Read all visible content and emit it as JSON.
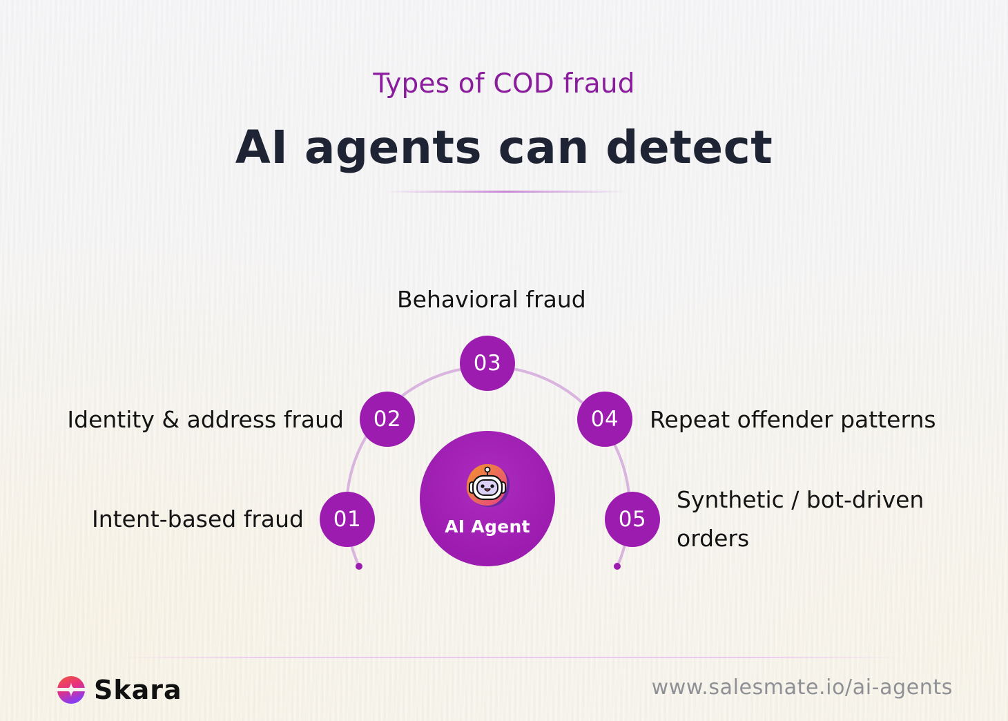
{
  "header": {
    "subtitle": "Types of COD fraud",
    "title": "AI agents can detect"
  },
  "colors": {
    "accent_purple": "#9d1cb0",
    "accent_purple_light": "#ad2cc0",
    "subtitle_purple": "#8a1d9c",
    "title_dark": "#1e2433",
    "arc": "#d8b4df",
    "divider_center": "#c889d6",
    "footer_divider": "#ecc9f0",
    "url_gray": "#8e9096",
    "robot_orange": "#f2962c",
    "robot_pink": "#e8467e",
    "robot_face": "#dcd0f7"
  },
  "hub": {
    "label": "AI Agent",
    "icon": "robot-icon"
  },
  "nodes": [
    {
      "number": "01",
      "label": "Intent-based fraud"
    },
    {
      "number": "02",
      "label": "Identity & address fraud"
    },
    {
      "number": "03",
      "label": "Behavioral fraud"
    },
    {
      "number": "04",
      "label": "Repeat offender patterns"
    },
    {
      "number": "05",
      "label": "Synthetic / bot-driven orders"
    }
  ],
  "footer": {
    "brand": "Skara",
    "brand_icon": "skara-logo-icon",
    "url": "www.salesmate.io/ai-agents"
  }
}
